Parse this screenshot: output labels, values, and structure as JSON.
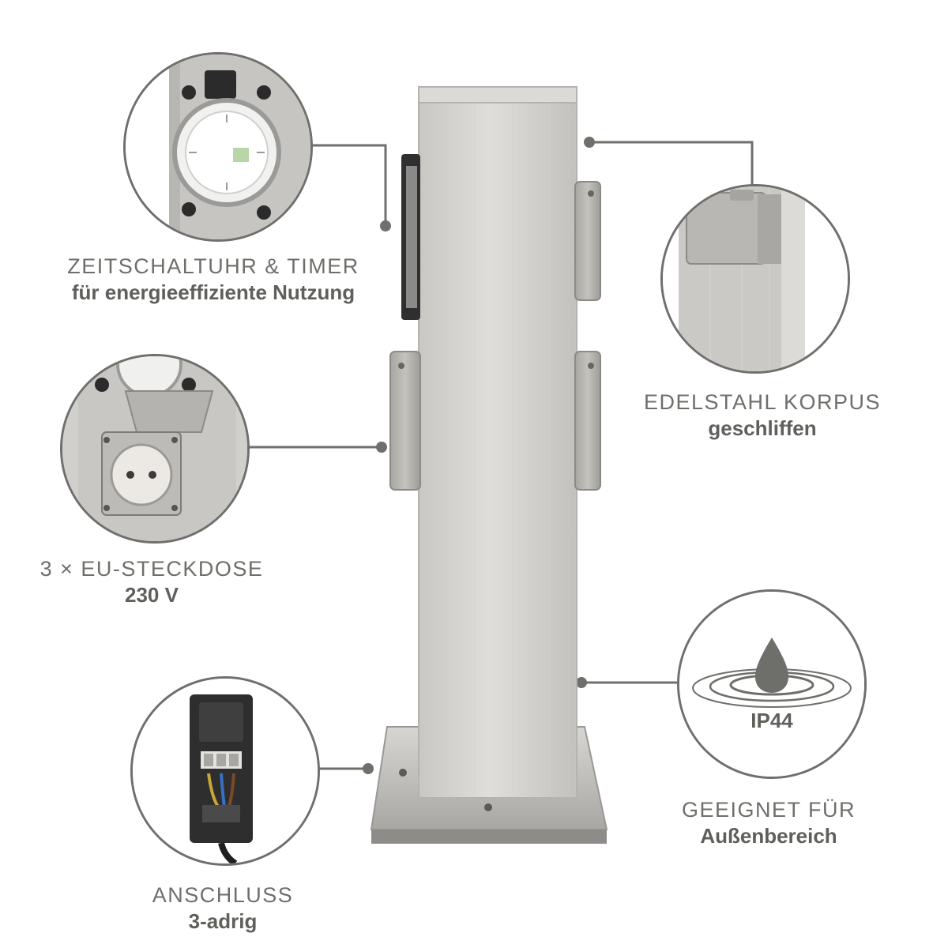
{
  "features": {
    "timer": {
      "line1": "ZEITSCHALTUHR & TIMER",
      "line2": "für energieeffiziente Nutzung",
      "icon": "timer-icon"
    },
    "sockets": {
      "line1": "3 × EU-STECKDOSE",
      "line2": "230 V",
      "icon": "socket-icon"
    },
    "connection": {
      "line1": "ANSCHLUSS",
      "line2": "3-adrig",
      "icon": "junction-box-icon"
    },
    "body": {
      "line1": "EDELSTAHL KORPUS",
      "line2": "geschliffen",
      "icon": "steel-body-icon"
    },
    "outdoor": {
      "line1": "GEEIGNET FÜR",
      "line2": "Außenbereich",
      "icon": "water-drop-icon",
      "badge": "IP44"
    }
  },
  "colors": {
    "text": "#6e6e6a",
    "line": "#6f6f6b",
    "steel": "#cfcdca"
  }
}
